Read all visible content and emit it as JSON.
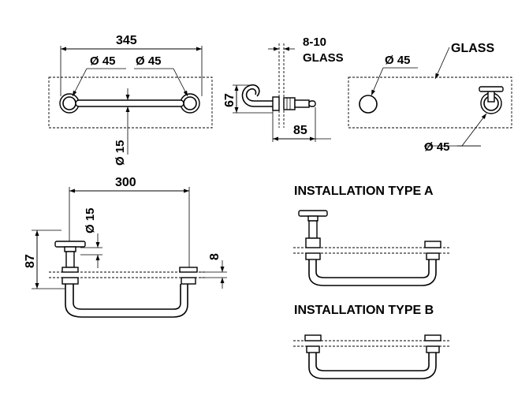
{
  "top_view": {
    "length": "345",
    "dia_left": "Ø 45",
    "dia_right": "Ø 45",
    "dia_bar": "Ø 15"
  },
  "side_view": {
    "glass_thickness": "8-10",
    "glass_label": "GLASS",
    "height": "67",
    "depth": "85"
  },
  "glass_view": {
    "glass_label": "GLASS",
    "hole_dia": "Ø 45",
    "knob_dia": "Ø 45"
  },
  "front_view": {
    "span": "300",
    "dia_bar": "Ø 15",
    "height": "87",
    "glass": "8"
  },
  "installation_a": {
    "title": "INSTALLATION TYPE A"
  },
  "installation_b": {
    "title": "INSTALLATION TYPE B"
  }
}
